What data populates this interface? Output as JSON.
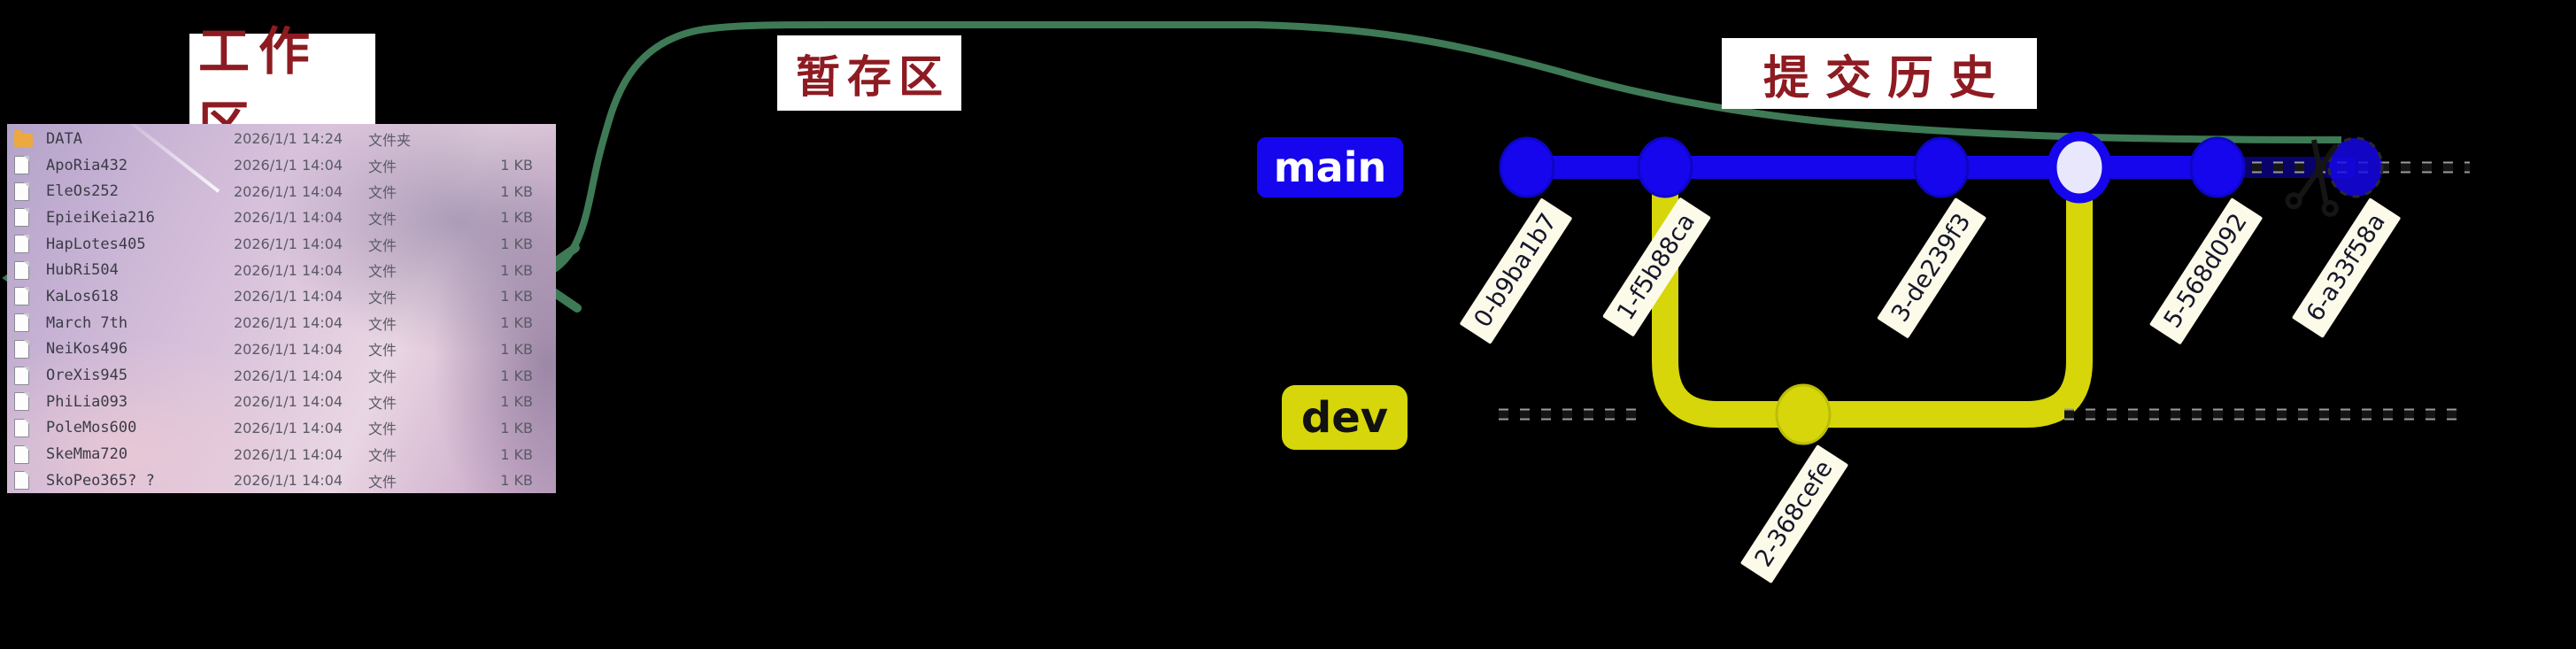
{
  "diagram": {
    "working_area_title": "工作区",
    "staging_area_title": "暂存区",
    "history_title": "提交历史"
  },
  "branches": {
    "main": {
      "label": "main",
      "color": "#1606ee"
    },
    "dev": {
      "label": "dev",
      "color": "#d6d60a"
    }
  },
  "commits": [
    {
      "id": "0-b9ba1b7",
      "branch": "main"
    },
    {
      "id": "1-f5b88ca",
      "branch": "main"
    },
    {
      "id": "2-368cefe",
      "branch": "dev"
    },
    {
      "id": "3-de239f3",
      "branch": "main"
    },
    {
      "id": "5-568d092",
      "branch": "main"
    },
    {
      "id": "6-a33f58a",
      "branch": "main"
    }
  ],
  "explorer": {
    "files": [
      {
        "name": "DATA",
        "date": "2026/1/1 14:24",
        "type": "文件夹",
        "size": ""
      },
      {
        "name": "ApoRia432",
        "date": "2026/1/1 14:04",
        "type": "文件",
        "size": "1 KB"
      },
      {
        "name": "EleOs252",
        "date": "2026/1/1 14:04",
        "type": "文件",
        "size": "1 KB"
      },
      {
        "name": "EpieiKeia216",
        "date": "2026/1/1 14:04",
        "type": "文件",
        "size": "1 KB"
      },
      {
        "name": "HapLotes405",
        "date": "2026/1/1 14:04",
        "type": "文件",
        "size": "1 KB"
      },
      {
        "name": "HubRi504",
        "date": "2026/1/1 14:04",
        "type": "文件",
        "size": "1 KB"
      },
      {
        "name": "KaLos618",
        "date": "2026/1/1 14:04",
        "type": "文件",
        "size": "1 KB"
      },
      {
        "name": "March 7th",
        "date": "2026/1/1 14:04",
        "type": "文件",
        "size": "1 KB"
      },
      {
        "name": "NeiKos496",
        "date": "2026/1/1 14:04",
        "type": "文件",
        "size": "1 KB"
      },
      {
        "name": "OreXis945",
        "date": "2026/1/1 14:04",
        "type": "文件",
        "size": "1 KB"
      },
      {
        "name": "PhiLia093",
        "date": "2026/1/1 14:04",
        "type": "文件",
        "size": "1 KB"
      },
      {
        "name": "PoleMos600",
        "date": "2026/1/1 14:04",
        "type": "文件",
        "size": "1 KB"
      },
      {
        "name": "SkeMma720",
        "date": "2026/1/1 14:04",
        "type": "文件",
        "size": "1 KB"
      },
      {
        "name": "SkoPeo365? ?",
        "date": "2026/1/1 14:04",
        "type": "文件",
        "size": "1 KB"
      }
    ]
  }
}
